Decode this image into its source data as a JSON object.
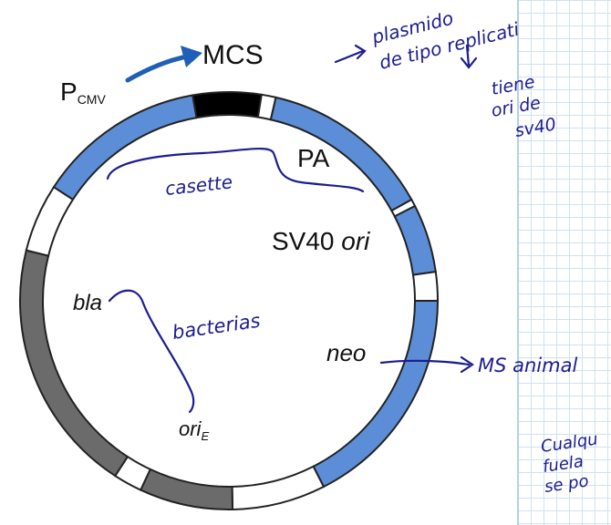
{
  "colors": {
    "euk_segment": "#5b8ed6",
    "bact_segment": "#6b6b6b",
    "mcs_segment": "#000000",
    "ring_outline": "#222222",
    "arrow": "#1f5fb8",
    "ink": "#1d1d8f"
  },
  "labels": {
    "mcs": "MCS",
    "pcmv_main": "P",
    "pcmv_sub": "CMV",
    "pa": "PA",
    "sv40": "SV40 ",
    "sv40_ori": "ori",
    "bla": "bla",
    "neo": "neo",
    "ori_e_main": "ori",
    "ori_e_sub": "E"
  },
  "handwriting": {
    "plasmid_line1": "plasmido",
    "plasmid_line2": "de tipo replicati",
    "tiene_1": "tiene",
    "tiene_2": "ori de",
    "tiene_3": "sv40",
    "casette": "casette",
    "bacterias": "bacterias",
    "ms_animal": "MS animal",
    "bottom_1": "Cualqu",
    "bottom_2": "fuela",
    "bottom_3": "se po"
  }
}
